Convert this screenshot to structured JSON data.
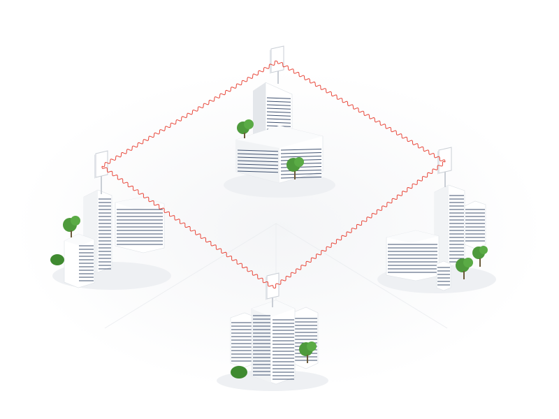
{
  "scene": {
    "background": "#ffffff",
    "link_color": "#e8473a",
    "window_color": "#3d4f6e",
    "facade_light": "#ffffff",
    "facade_mid": "#f1f3f5",
    "facade_dark": "#dfe3e8",
    "tree_color": "#4e9a3c",
    "tree_dark": "#2f6f26"
  },
  "sites": [
    {
      "id": "north",
      "label": ""
    },
    {
      "id": "west",
      "label": ""
    },
    {
      "id": "east",
      "label": ""
    },
    {
      "id": "south",
      "label": ""
    }
  ],
  "links": [
    {
      "from": "north",
      "to": "west"
    },
    {
      "from": "north",
      "to": "east"
    },
    {
      "from": "west",
      "to": "south"
    },
    {
      "from": "east",
      "to": "south"
    }
  ]
}
